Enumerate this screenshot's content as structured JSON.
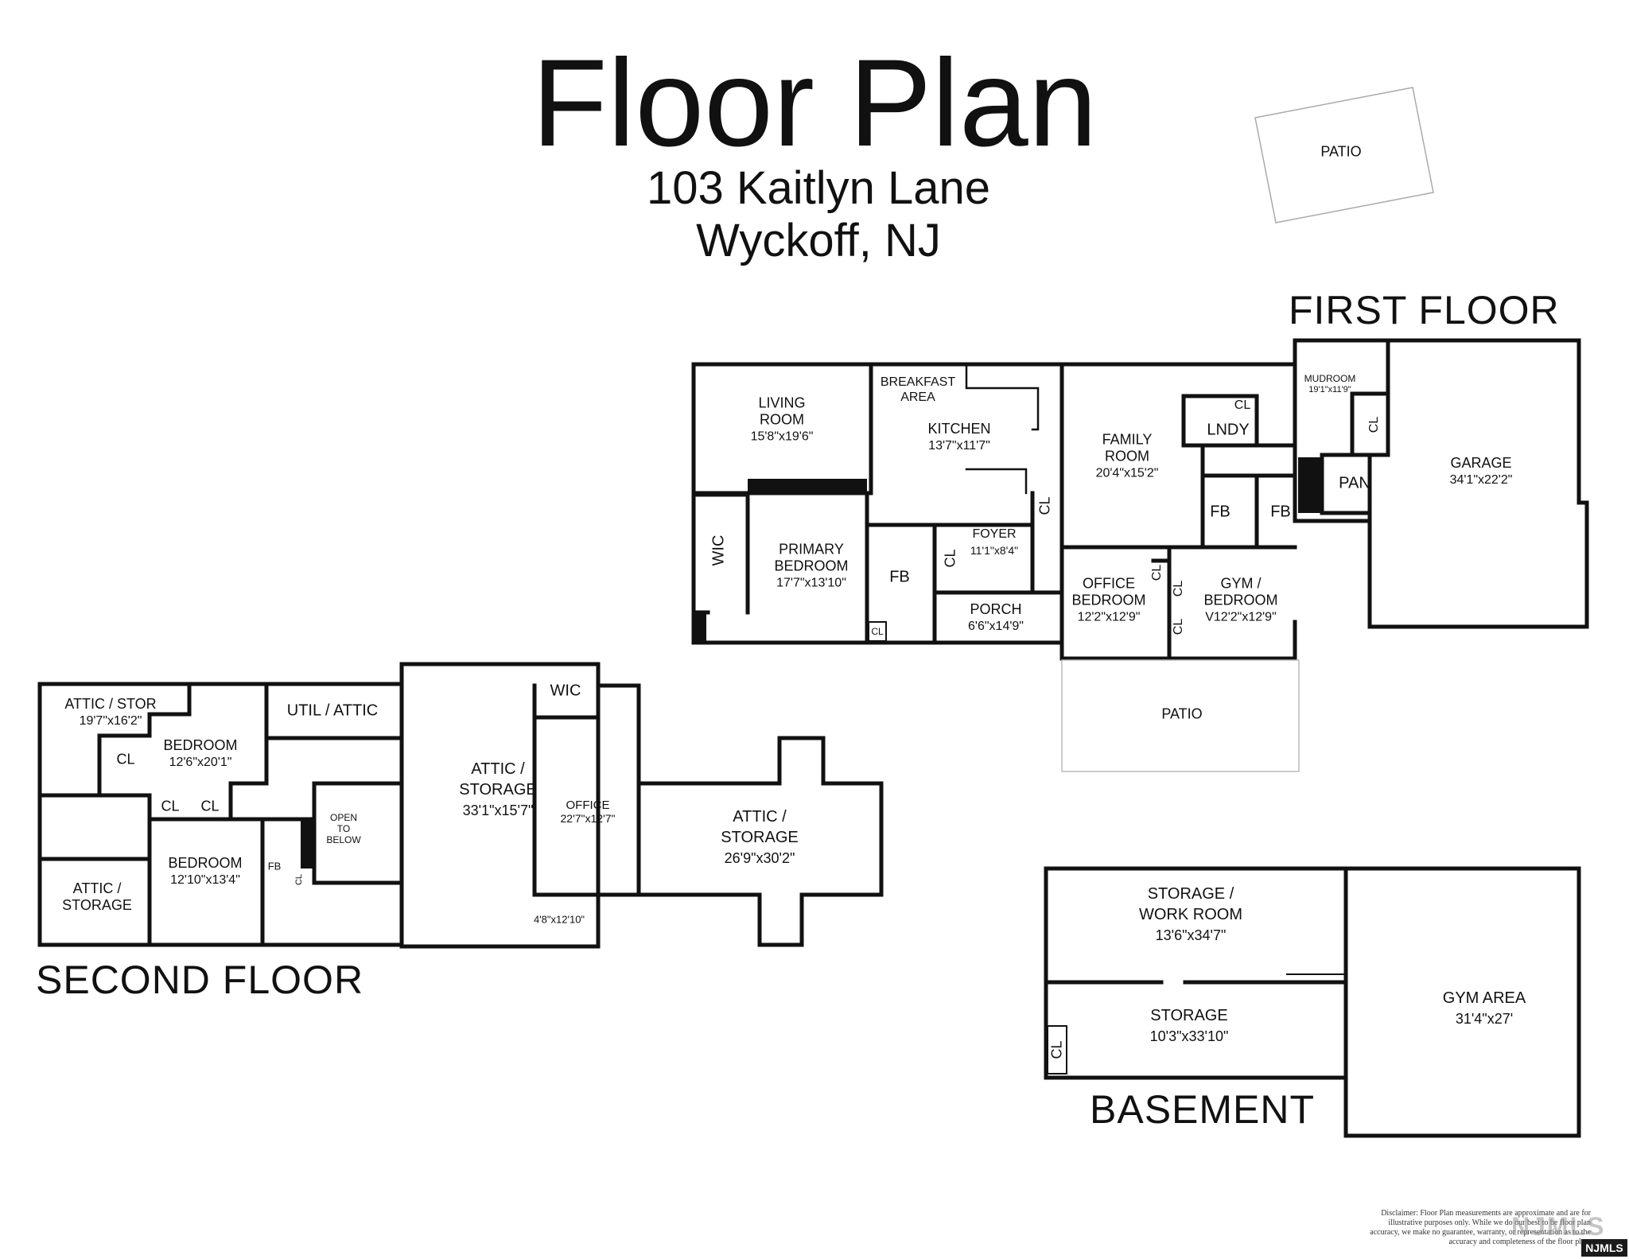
{
  "header": {
    "title": "Floor Plan",
    "address_line": "103 Kaitlyn Lane",
    "city_line": "Wyckoff, NJ"
  },
  "floors": {
    "first": "FIRST FLOOR",
    "second": "SECOND FLOOR",
    "basement": "BASEMENT"
  },
  "first_floor_rooms": {
    "living_room": {
      "name_1": "LIVING",
      "name_2": "ROOM",
      "dim": "15'8\"x19'6\""
    },
    "breakfast": {
      "name_1": "BREAKFAST",
      "name_2": "AREA"
    },
    "kitchen": {
      "name": "KITCHEN",
      "dim": "13'7\"x11'7\""
    },
    "family_room": {
      "name_1": "FAMILY",
      "name_2": "ROOM",
      "dim": "20'4\"x15'2\""
    },
    "mudroom": {
      "name": "MUDROOM",
      "dim": "19'1\"x11'9\""
    },
    "garage": {
      "name": "GARAGE",
      "dim": "34'1\"x22'2\""
    },
    "lndy": "LNDY",
    "pan": "PAN",
    "wic": "WIC",
    "primary_bedroom": {
      "name_1": "PRIMARY",
      "name_2": "BEDROOM",
      "dim": "17'7\"x13'10\""
    },
    "foyer": {
      "name": "FOYER",
      "dim": "11'1\"x8'4\""
    },
    "porch": {
      "name": "PORCH",
      "dim": "6'6\"x14'9\""
    },
    "office_bedroom": {
      "name_1": "OFFICE",
      "name_2": "BEDROOM",
      "dim": "12'2\"x12'9\""
    },
    "gym_bedroom": {
      "name_1": "GYM /",
      "name_2": "BEDROOM",
      "dim": "V12'2\"x12'9\""
    },
    "patio_rear": "PATIO",
    "patio_top": "PATIO",
    "fb": "FB",
    "cl": "CL"
  },
  "second_floor_rooms": {
    "attic_stor": {
      "name": "ATTIC / STOR",
      "dim": "19'7\"x16'2\""
    },
    "bedroom_a": {
      "name": "BEDROOM",
      "dim": "12'6\"x20'1\""
    },
    "util_attic": "UTIL / ATTIC",
    "attic_storage_main": {
      "name_1": "ATTIC /",
      "name_2": "STORAGE",
      "dim": "33'1\"x15'7\""
    },
    "wic": "WIC",
    "office": {
      "name": "OFFICE",
      "dim": "22'7\"x12'7\""
    },
    "attic_storage_right": {
      "name_1": "ATTIC /",
      "name_2": "STORAGE",
      "dim": "26'9\"x30'2\""
    },
    "open_below": {
      "l1": "OPEN",
      "l2": "TO",
      "l3": "BELOW"
    },
    "bedroom_b": {
      "name": "BEDROOM",
      "dim": "12'10\"x13'4\""
    },
    "attic_storage_small": {
      "name_1": "ATTIC /",
      "name_2": "STORAGE"
    },
    "closet_dim": "4'8\"x12'10\"",
    "fb": "FB",
    "cl": "CL"
  },
  "basement_rooms": {
    "storage_work": {
      "name_1": "STORAGE /",
      "name_2": "WORK ROOM",
      "dim": "13'6\"x34'7\""
    },
    "storage": {
      "name": "STORAGE",
      "dim": "10'3\"x33'10\""
    },
    "gym_area": {
      "name": "GYM AREA",
      "dim": "31'4\"x27'"
    },
    "cl": "CL"
  },
  "footer": {
    "disclaimer_1": "Disclaimer: Floor Plan measurements are approximate and are for",
    "disclaimer_2": "illustrative purposes only. While we do our best to be floor plan",
    "disclaimer_3": "accuracy, we make no guarantee, warranty, or representation as to the",
    "disclaimer_4": "accuracy and completeness of the floor plan.",
    "watermark": "NJMLS",
    "badge": "NJMLS"
  }
}
